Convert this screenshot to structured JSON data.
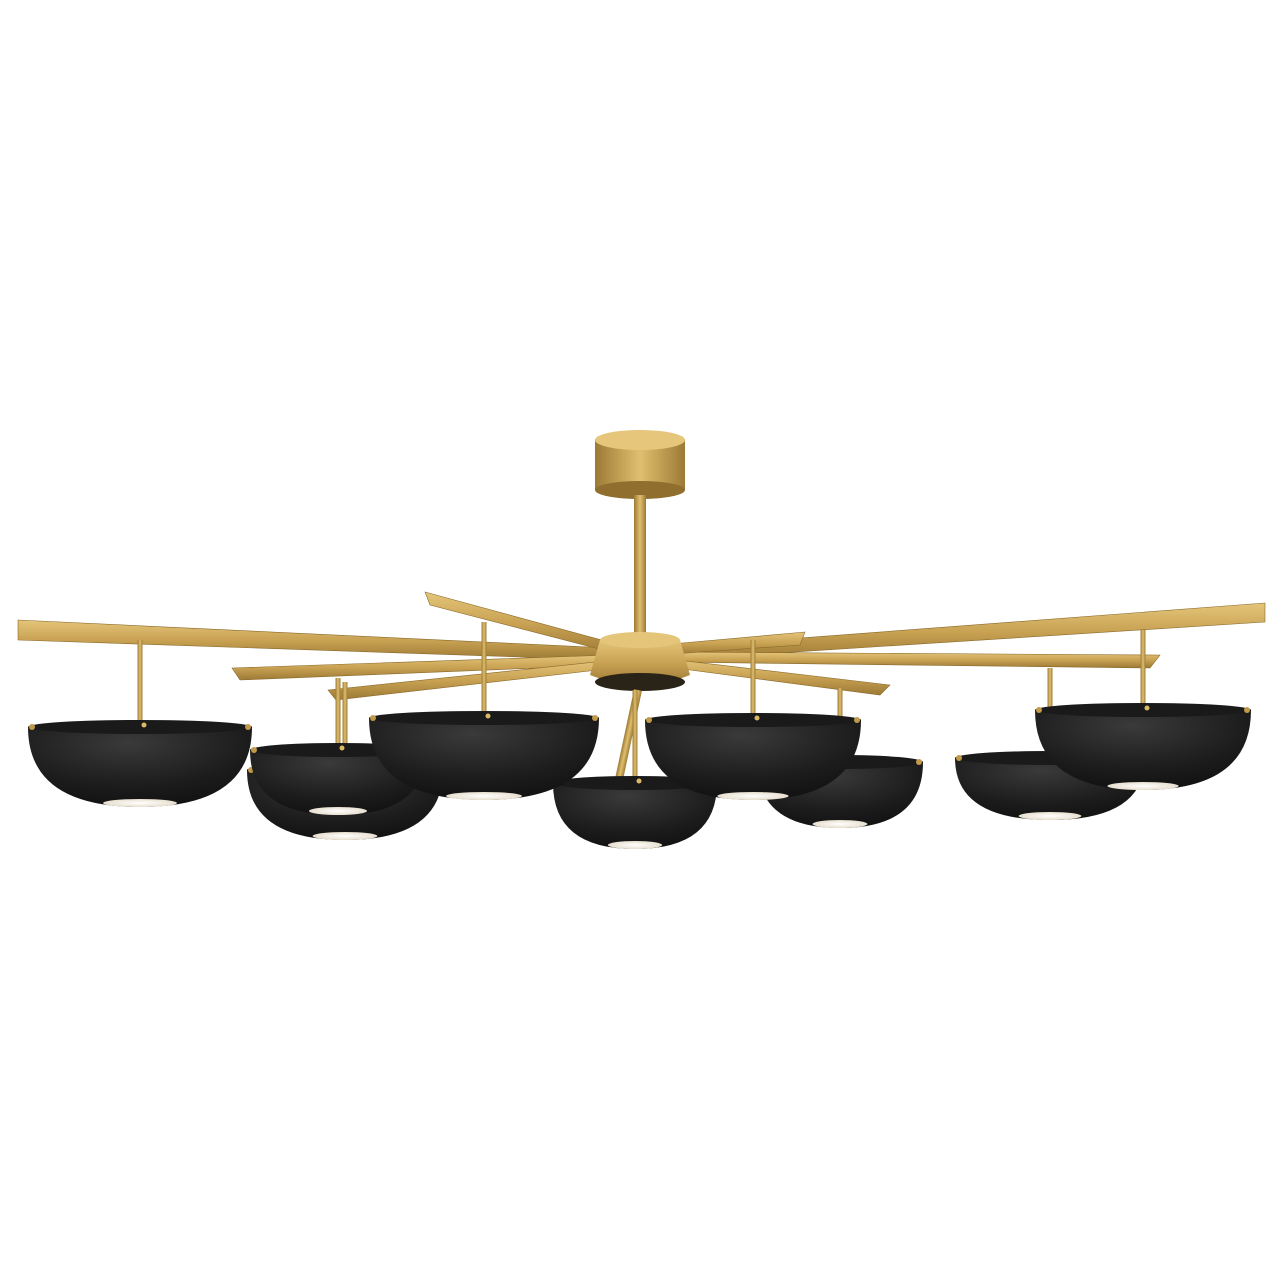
{
  "image": {
    "subject": "chandelier",
    "background_color": "#ffffff",
    "colors": {
      "brass_light": "#dcb965",
      "brass_mid": "#c19a4a",
      "brass_dark": "#8a6a2a",
      "shade_black": "#1a1a1a",
      "shade_highlight": "#3a3a3a",
      "diffuser_glow": "#f3efe6"
    },
    "arm_count": 8,
    "shade_count": 9
  }
}
